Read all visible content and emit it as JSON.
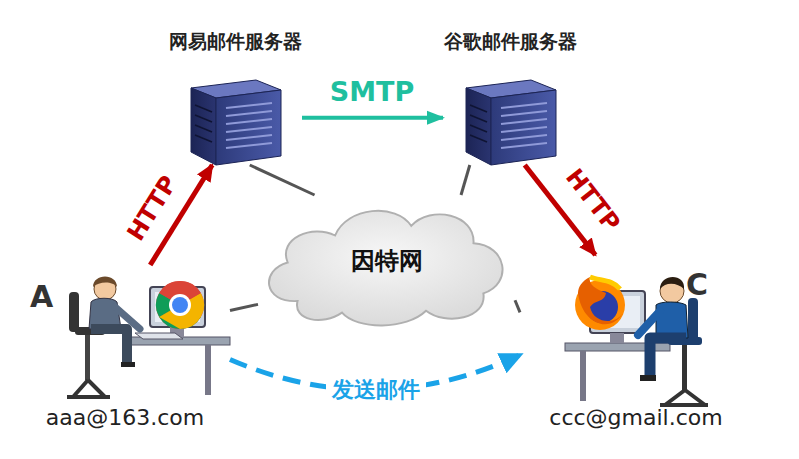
{
  "diagram": {
    "nodes": [
      {
        "text": [
          "网易邮件服务器"
        ]
      },
      {
        "text": [
          "谷歌邮件服务器"
        ]
      },
      {
        "text": [
          "因特网"
        ]
      },
      {
        "text": [
          "A",
          "aaa@163.com"
        ]
      },
      {
        "text": [
          "C",
          "ccc@gmail.com"
        ]
      }
    ],
    "edges": [
      {
        "from": 3,
        "to": 0,
        "arrow": "to",
        "label": "HTTP"
      },
      {
        "from": 0,
        "to": 1,
        "arrow": "to",
        "label": "SMTP"
      },
      {
        "from": 1,
        "to": 4,
        "arrow": "to",
        "label": "HTTP"
      },
      {
        "from": 3,
        "to": 4,
        "arrow": "to",
        "label": "发送邮件"
      },
      {
        "from": 0,
        "to": 2,
        "arrow": "none"
      },
      {
        "from": 1,
        "to": 2,
        "arrow": "none"
      },
      {
        "from": 3,
        "to": 2,
        "arrow": "none"
      },
      {
        "from": 4,
        "to": 2,
        "arrow": "none"
      }
    ]
  }
}
